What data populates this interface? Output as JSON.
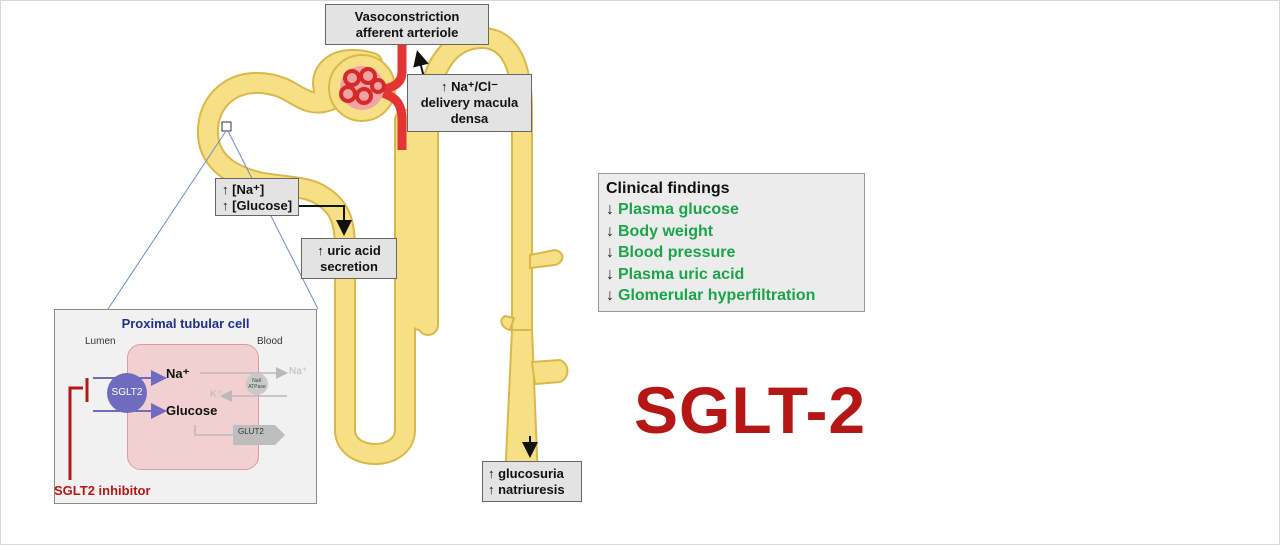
{
  "boxes": {
    "vasoconstriction": [
      "Vasoconstriction",
      "afferent arteriole"
    ],
    "macula_densa": [
      "↑ Na⁺/Cl⁻",
      "delivery macula",
      "densa"
    ],
    "sodium_glucose": [
      "↑ [Na⁺]",
      "↑ [Glucose]"
    ],
    "uric_acid": [
      "↑ uric acid",
      "secretion"
    ],
    "glucosuria": [
      "↑ glucosuria",
      "↑ natriuresis"
    ]
  },
  "clinical": {
    "title": "Clinical findings",
    "arrow": "↓",
    "items": [
      "Plasma glucose",
      "Body weight",
      "Blood pressure",
      "Plasma uric acid",
      "Glomerular hyperfiltration"
    ]
  },
  "headline": "SGLT-2",
  "cell": {
    "title": "Proximal tubular cell",
    "lumen": "Lumen",
    "blood": "Blood",
    "transporter": "SGLT2",
    "sodium": "Na⁺",
    "glucose": "Glucose",
    "sodium_out": "Na⁺",
    "potassium": "K⁺",
    "pump": "NaK ATPase",
    "glut": "GLUT2",
    "inhibitor": "SGLT2 inhibitor"
  },
  "colors": {
    "tubule": "#f6df84",
    "tubule_outline": "#d9b84a",
    "vessel": "#e53434",
    "headline": "#b51616",
    "findings": "#1aa54a",
    "cell_title": "#1f2f8e",
    "transporter": "#6f6cbf"
  }
}
